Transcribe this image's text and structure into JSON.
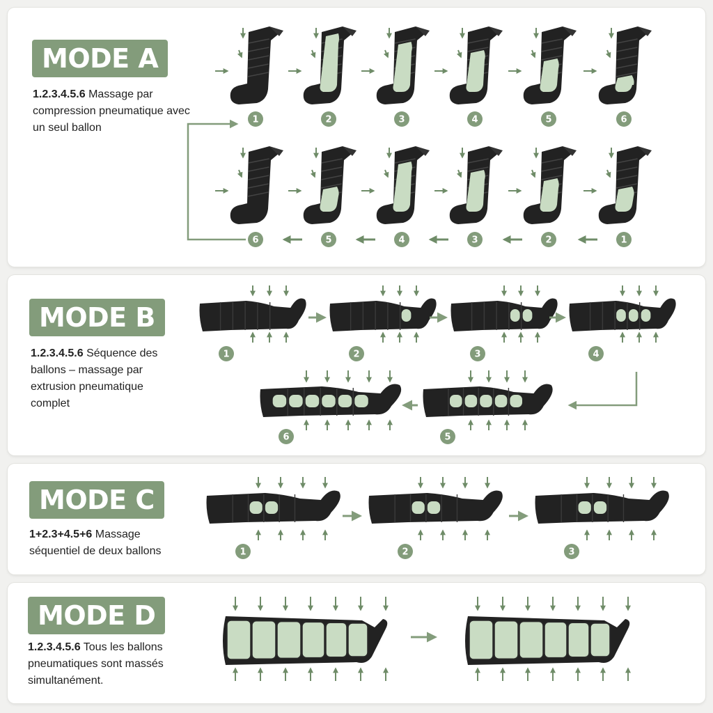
{
  "colors": {
    "accent": "#839c7b",
    "sleeve": "#222222",
    "chamber": "#c9dcc3",
    "arrow": "#6f8c68"
  },
  "modes": [
    {
      "title": "MODE A",
      "sequence": "1.2.3.4.5.6",
      "text": "Massage par compression pneumatique avec un seul ballon",
      "row1_steps": [
        "1",
        "2",
        "3",
        "4",
        "5",
        "6"
      ],
      "row2_steps": [
        "6",
        "5",
        "4",
        "3",
        "2",
        "1"
      ]
    },
    {
      "title": "MODE B",
      "sequence": "1.2.3.4.5.6",
      "text": "Séquence des ballons – massage par extrusion pneumatique complet",
      "steps": [
        "1",
        "2",
        "3",
        "4",
        "5",
        "6"
      ]
    },
    {
      "title": "MODE C",
      "sequence": "1+2.3+4.5+6",
      "text": "Massage séquentiel de deux ballons",
      "steps": [
        "1",
        "2",
        "3"
      ]
    },
    {
      "title": "MODE D",
      "sequence": "1.2.3.4.5.6",
      "text": "Tous les ballons pneumatiques sont massés simultanément.",
      "steps": []
    }
  ]
}
